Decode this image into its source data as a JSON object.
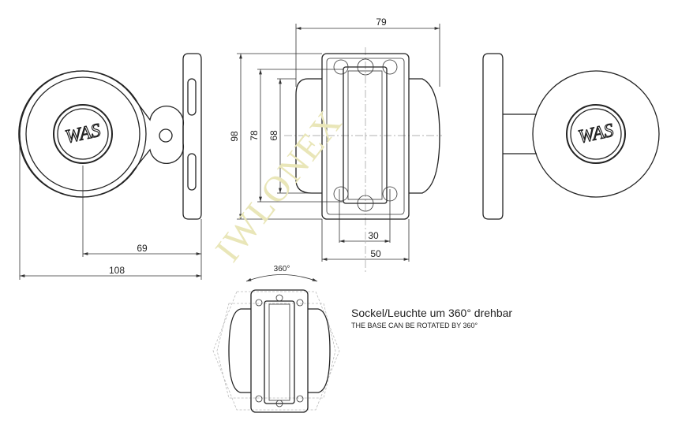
{
  "dimensions": {
    "width_top": "79",
    "height_overall": "98",
    "height_mid": "78",
    "height_inner": "68",
    "width_30": "30",
    "width_50": "50",
    "offset_69": "69",
    "width_108": "108",
    "rotation": "360°"
  },
  "caption": {
    "german": "Sockel/Leuchte um 360° drehbar",
    "english": "THE BASE CAN BE ROTATED BY 360°"
  },
  "watermark": "IWLONEX",
  "logo": "WAS"
}
